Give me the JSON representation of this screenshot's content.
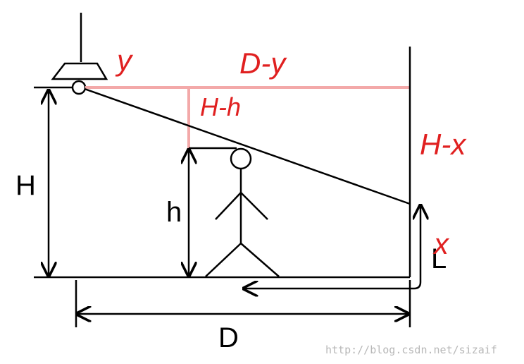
{
  "labels": {
    "H": "H",
    "h": "h",
    "D": "D",
    "L": "L",
    "y": "y",
    "d_minus_y": "D-y",
    "h_minus_h": "H-h",
    "h_minus_x": "H-x",
    "x": "x"
  },
  "watermark": "http://blog.csdn.net/sizaif",
  "colors": {
    "line": "#000000",
    "annotation": "#e02020",
    "guide": "#f3a9a9",
    "watermark": "#b8b8b8"
  }
}
